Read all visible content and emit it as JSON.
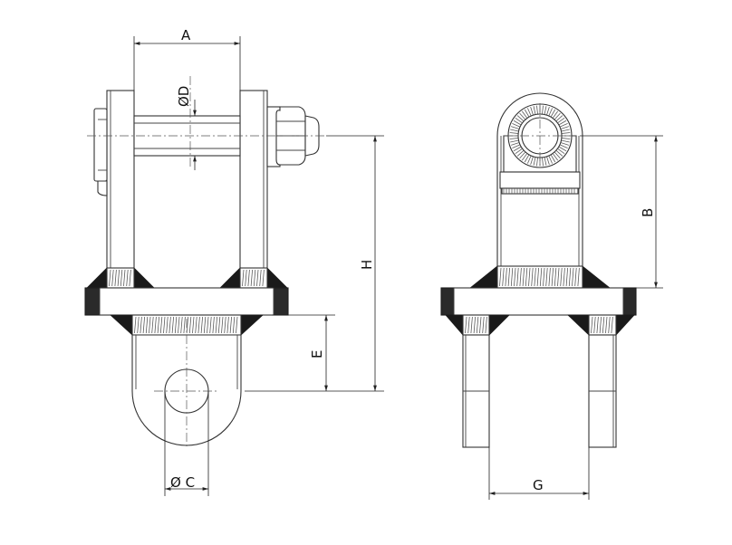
{
  "dimensions": {
    "A": "A",
    "D": "ØD",
    "H": "H",
    "E": "E",
    "C": "Ø C",
    "B": "B",
    "G": "G"
  },
  "colors": {
    "line": "#333333",
    "weld": "#1a1a1a",
    "background": "#ffffff"
  }
}
